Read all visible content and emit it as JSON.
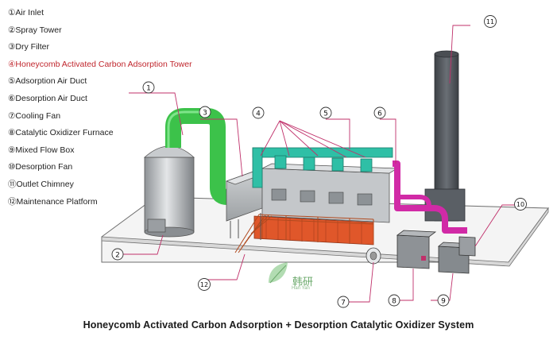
{
  "legend": [
    "①Air Inlet",
    "②Spray Tower",
    "③Dry Filter",
    "④Honeycomb Activated Carbon Adsorption Tower",
    "⑤Adsorption Air Duct",
    "⑥Desorption Air Duct",
    "⑦Cooling Fan",
    "⑧Catalytic Oxidizer Furnace",
    "⑨Mixed Flow Box",
    "⑩Desorption Fan",
    "⑪Outlet Chimney",
    "⑫Maintenance Platform"
  ],
  "callouts": {
    "c1": "1",
    "c2": "2",
    "c3": "3",
    "c4": "4",
    "c5": "5",
    "c6": "6",
    "c7": "7",
    "c8": "8",
    "c9": "9",
    "c10": "10",
    "c11": "11",
    "c12": "12"
  },
  "caption": "Honeycomb Activated Carbon Adsorption + Desorption Catalytic Oxidizer System",
  "brand": {
    "name": "韩研",
    "sub": "Han Yan"
  },
  "colors": {
    "legend_highlight": "#c0262d",
    "callout_line": "#c0306a",
    "duct_green": "#3cc24a",
    "duct_teal": "#2fbfa6",
    "duct_magenta": "#d12aa6",
    "tower_gray": "#b9bcbf",
    "platform_orange": "#e0572a",
    "chimney_gray": "#555a60"
  }
}
